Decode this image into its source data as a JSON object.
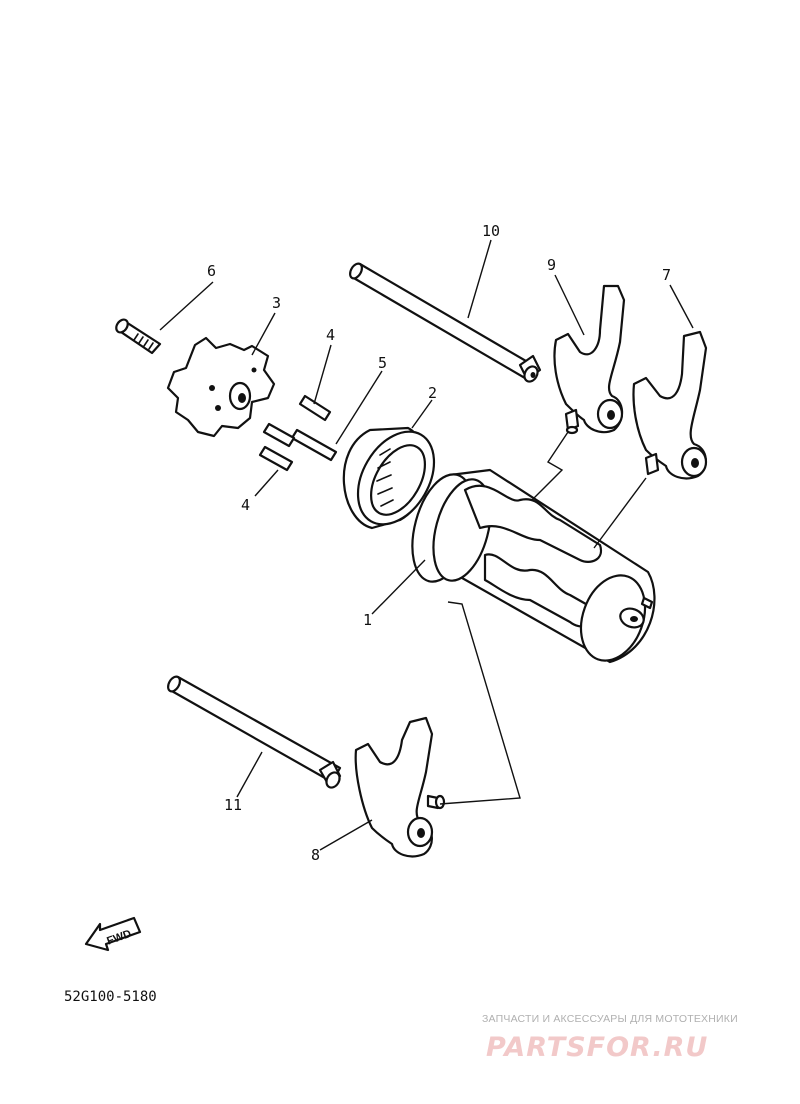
{
  "diagram": {
    "part_numbers": {
      "shift_cam": "1",
      "bearing": "2",
      "segment": "3",
      "pin_top": "4",
      "pin_bottom": "4",
      "pin_5": "5",
      "screw": "6",
      "fork_7": "7",
      "fork_8": "8",
      "fork_9": "9",
      "guide_bar_10": "10",
      "guide_bar_11": "11"
    },
    "fwd_label": "FWD",
    "drawing_code": "52G100-5180"
  },
  "watermark": {
    "subtitle": "ЗАПЧАСТИ И АКСЕССУАРЫ ДЛЯ МОТОТЕХНИКИ",
    "brand": "PARTSFOR.RU"
  },
  "colors": {
    "line": "#111111",
    "watermark_brand": "#f2c9c9",
    "watermark_text": "#b0b0b0"
  }
}
